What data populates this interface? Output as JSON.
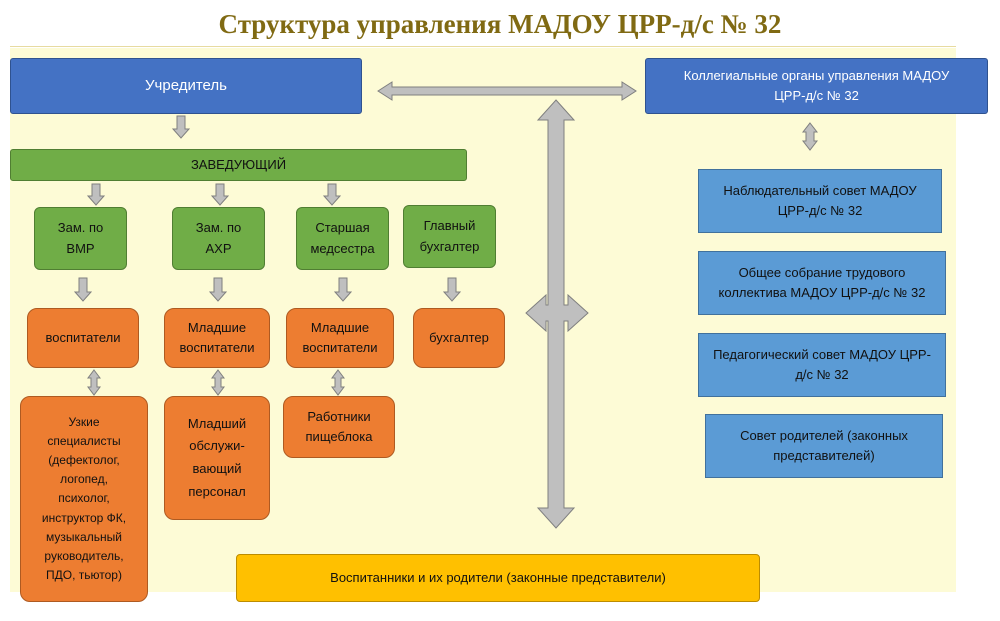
{
  "title": "Структура управления МАДОУ ЦРР-д/с № 32",
  "colors": {
    "title": "#806a13",
    "background_panel": "#fdfbd6",
    "dark_blue": "#4472c4",
    "light_blue": "#5b9bd5",
    "green": "#70ad47",
    "orange": "#ed7d31",
    "yellow": "#ffc000",
    "arrow_fill": "#bfbfbf",
    "arrow_stroke": "#7f7f7f"
  },
  "nodes": {
    "founder": "Учредитель",
    "collegial": "Коллегиальные органы управления МАДОУ\nЦРР-д/с № 32",
    "head": "ЗАВЕДУЮЩИЙ",
    "deputy_vmr": "Зам. по\nВМР",
    "deputy_ahr": "Зам. по\nАХР",
    "senior_nurse": "Старшая\nмедсестра",
    "chief_accountant": "Главный\nбухгалтер",
    "educators": "воспитатели",
    "junior_educators_1": "Младшие\nвоспитатели",
    "junior_educators_2": "Младшие\nвоспитатели",
    "accountant": "бухгалтер",
    "specialists": "Узкие\nспециалисты\n(дефектолог,\nлогопед,\nпсихолог,\nинструктор ФК,\nмузыкальный\nруководитель,\nПДО, тьютор)",
    "junior_staff": "Младший\nобслужи-\nвающий\nперсонал",
    "kitchen_staff": "Работники\nпищеблока",
    "supervisory_board": "Наблюдательный совет МАДОУ\nЦРР-д/с № 32",
    "general_meeting": "Общее собрание трудового\nколлектива МАДОУ ЦРР-д/с № 32",
    "pedagogical_council": "Педагогический совет МАДОУ ЦРР-\nд/с № 32",
    "parents_council": "Совет родителей (законных\nпредставителей)",
    "pupils_parents": "Воспитанники и их родители (законные представители)"
  }
}
